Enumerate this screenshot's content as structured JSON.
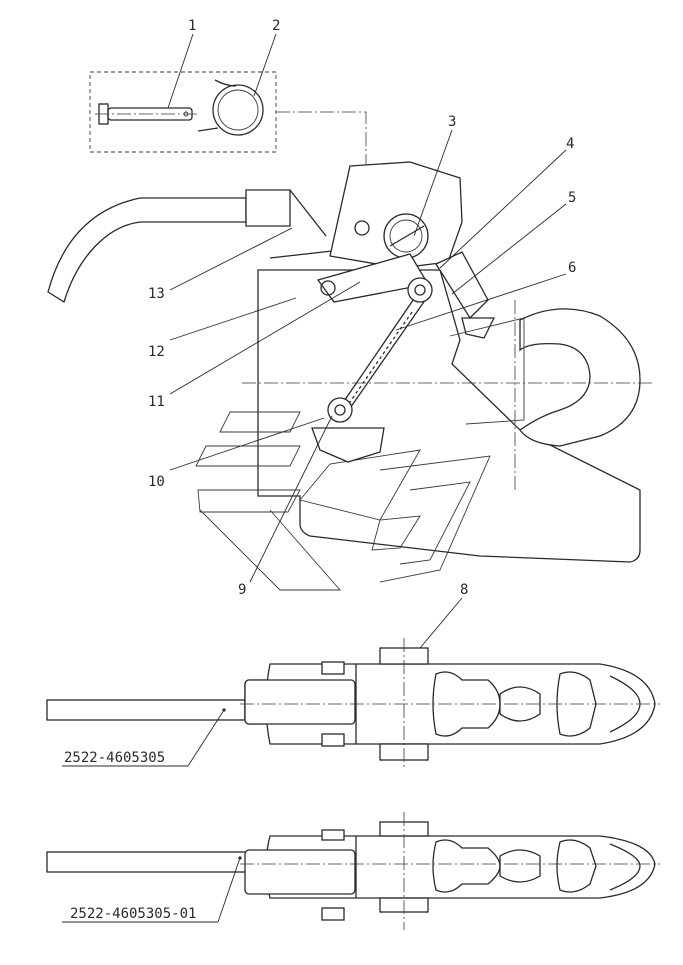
{
  "callouts": [
    "1",
    "2",
    "3",
    "4",
    "5",
    "6",
    "8",
    "9",
    "10",
    "11",
    "12",
    "13"
  ],
  "variants": {
    "top_part_number": "2522-4605305",
    "bottom_part_number": "2522-4605305-01"
  }
}
